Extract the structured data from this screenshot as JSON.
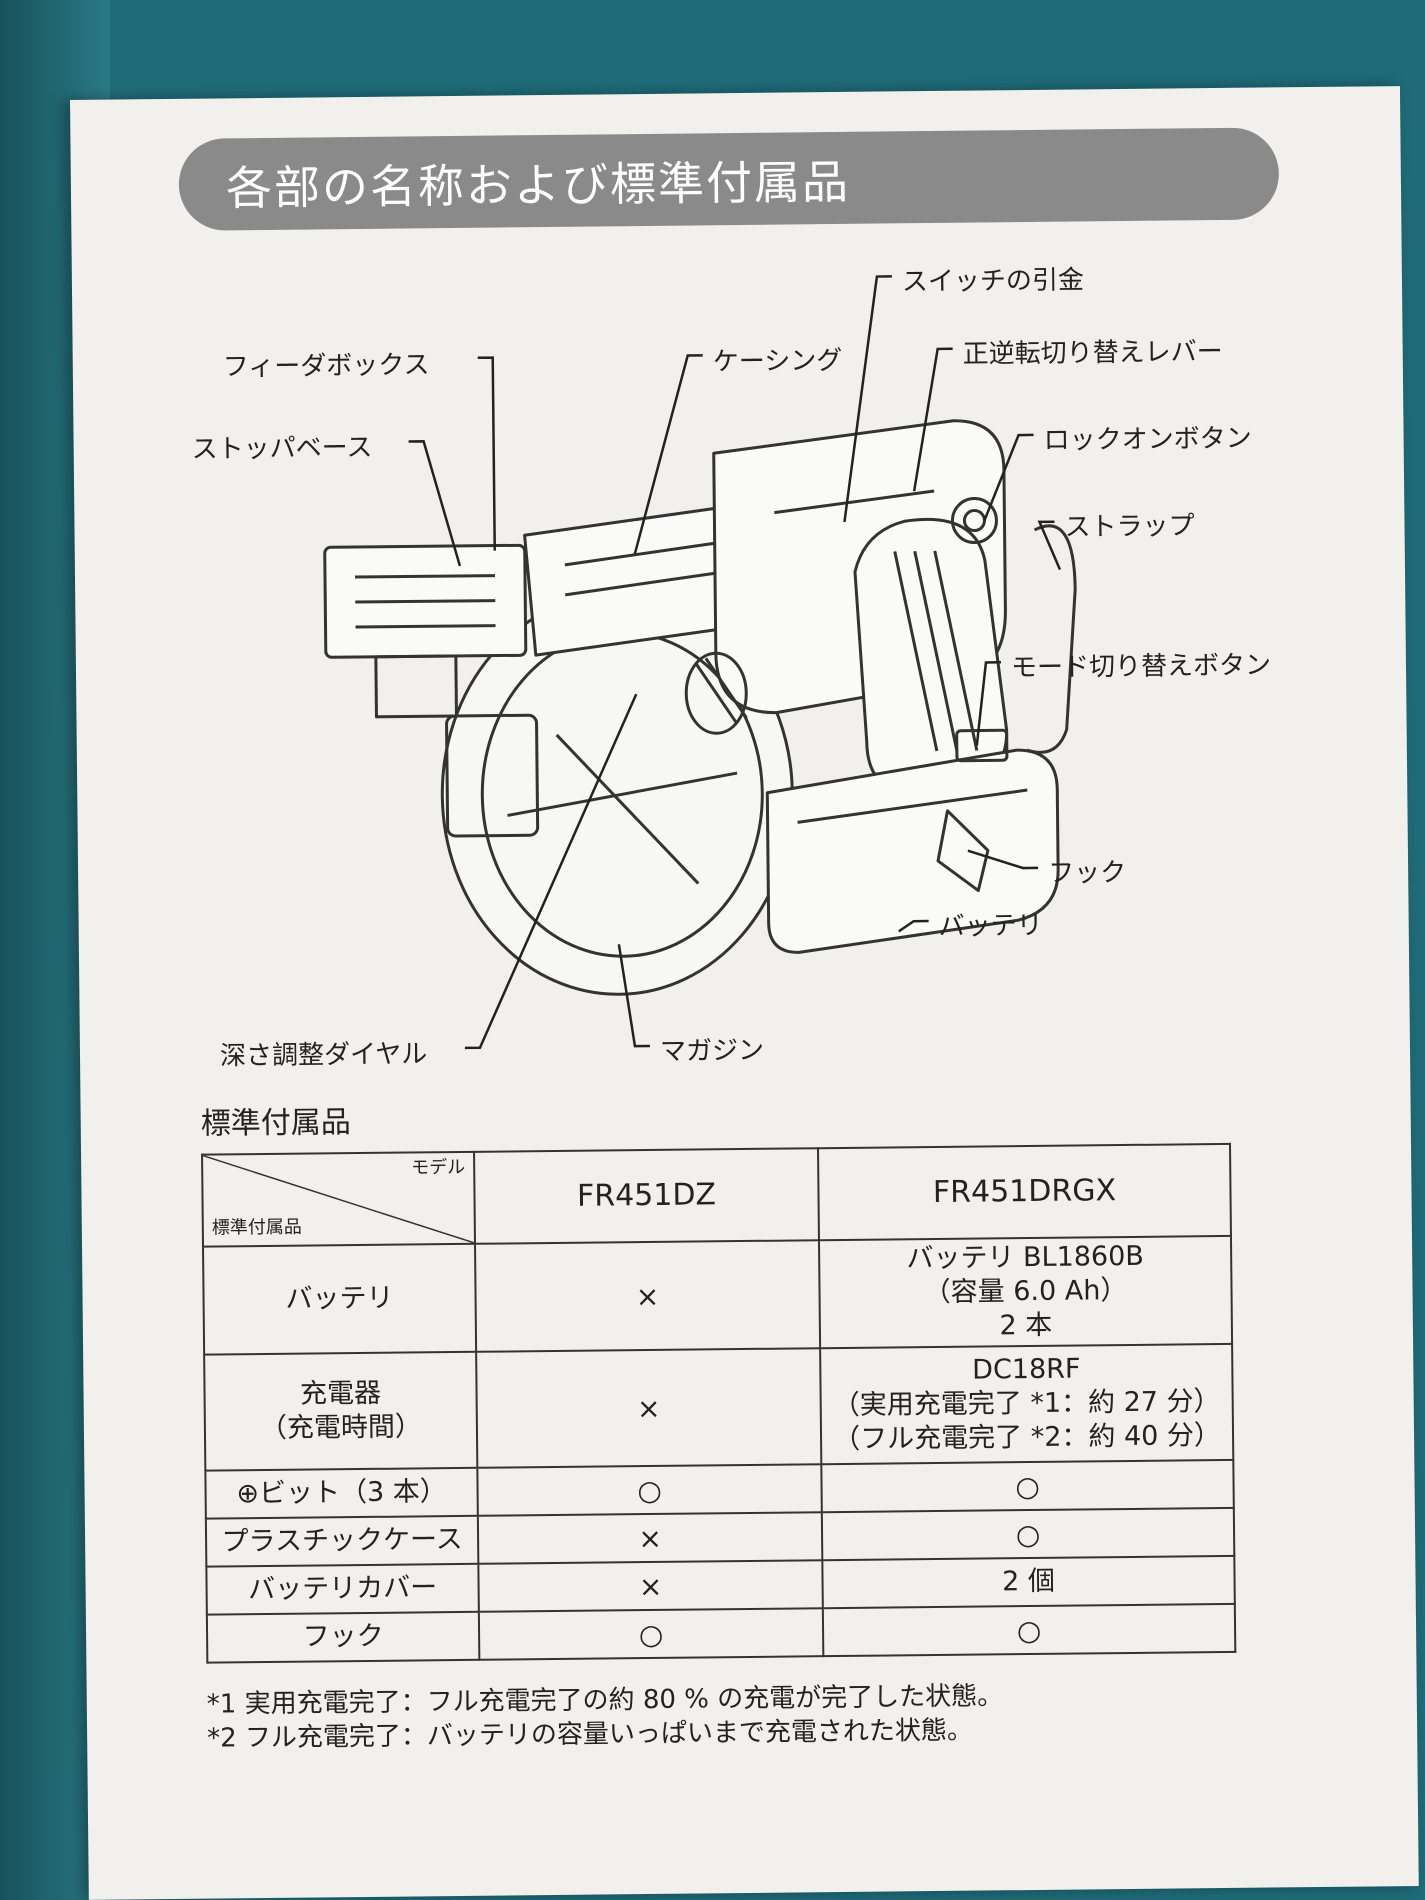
{
  "header": {
    "title": "各部の名称および標準付属品"
  },
  "diagram": {
    "labels": {
      "feeder_box": "フィーダボックス",
      "casing": "ケーシング",
      "switch_trigger": "スイッチの引金",
      "reverse_lever": "正逆転切り替えレバー",
      "stopper_base": "ストッパベース",
      "lock_on_button": "ロックオンボタン",
      "strap": "ストラップ",
      "mode_button": "モード切り替えボタン",
      "hook": "フック",
      "battery": "バッテリ",
      "depth_dial": "深さ調整ダイヤル",
      "magazine": "マガジン"
    }
  },
  "accessories": {
    "title": "標準付属品",
    "corner_model": "モデル",
    "corner_accessory": "標準付属品",
    "models": [
      "FR451DZ",
      "FR451DRGX"
    ],
    "rows": [
      {
        "name": [
          "バッテリ"
        ],
        "dz": "×",
        "drgx": [
          "バッテリ BL1860B",
          "（容量 6.0 Ah）",
          "2 本"
        ]
      },
      {
        "name": [
          "充電器",
          "（充電時間）"
        ],
        "dz": "×",
        "drgx": [
          "DC18RF",
          "（実用充電完了 *1：約 27 分）",
          "（フル充電完了 *2：約 40 分）"
        ]
      },
      {
        "name": [
          "⊕ビット（3 本）"
        ],
        "dz": "○",
        "drgx": [
          "○"
        ]
      },
      {
        "name": [
          "プラスチックケース"
        ],
        "dz": "×",
        "drgx": [
          "○"
        ]
      },
      {
        "name": [
          "バッテリカバー"
        ],
        "dz": "×",
        "drgx": [
          "2 個"
        ]
      },
      {
        "name": [
          "フック"
        ],
        "dz": "○",
        "drgx": [
          "○"
        ]
      }
    ]
  },
  "notes": [
    "*1 実用充電完了：フル充電完了の約 80 % の充電が完了した状態。",
    "*2 フル充電完了：バッテリの容量いっぱいまで充電された状態。"
  ]
}
